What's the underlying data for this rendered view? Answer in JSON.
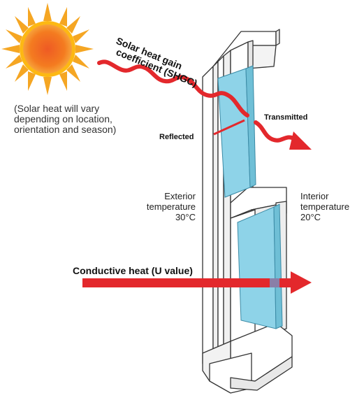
{
  "labels": {
    "shgc_line1": "Solar heat gain",
    "shgc_line2": "coefficient (SHGC)",
    "solar_note_line1": "(Solar heat will vary",
    "solar_note_line2": "depending on location,",
    "solar_note_line3": "orientation and season)",
    "transmitted": "Transmitted",
    "reflected": "Reflected",
    "exterior_line1": "Exterior",
    "exterior_line2": "temperature",
    "exterior_line3": "30°C",
    "interior_line1": "Interior",
    "interior_line2": "temperature",
    "interior_line3": "20°C",
    "conductive": "Conductive heat (U value)"
  },
  "colors": {
    "sun_core": "#F07A1E",
    "sun_rays": "#F5A623",
    "heat_arrow": "#E3282C",
    "glass": "#8ED3E8",
    "frame": "#ffffff",
    "frame_line": "#333333"
  }
}
